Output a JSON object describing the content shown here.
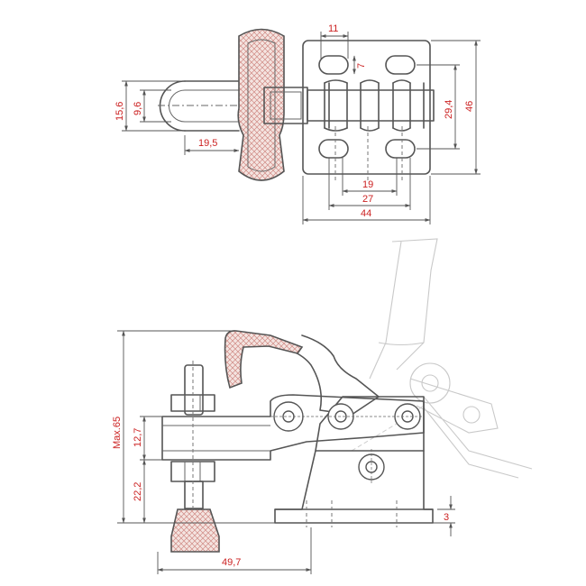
{
  "top_view_dimensions": {
    "d11": "11",
    "d7": "7",
    "d15_6": "15,6",
    "d9_6": "9,6",
    "d29_4": "29,4",
    "d46": "46",
    "d19_5": "19,5",
    "d19": "19",
    "d27": "27",
    "d44": "44"
  },
  "side_view_dimensions": {
    "max65": "Max.65",
    "d12_7": "12,7",
    "d22_2": "22,2",
    "d3": "3",
    "d49_7": "49,7"
  },
  "colors": {
    "dimension_text": "#cc2222",
    "outline": "#555555",
    "ghost_outline": "#c9c9c9"
  }
}
